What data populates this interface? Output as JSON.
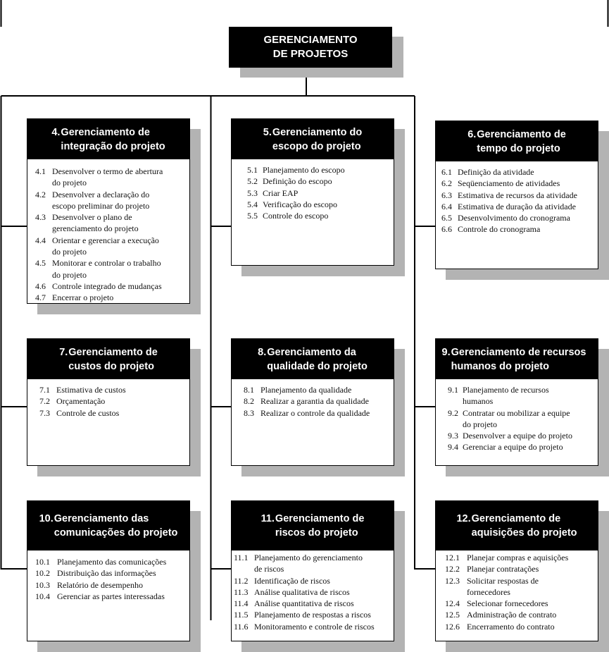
{
  "root": {
    "lines": [
      "GERENCIAMENTO",
      "DE PROJETOS"
    ]
  },
  "areas": [
    {
      "number": "4.",
      "title": [
        "Gerenciamento de",
        "integração do projeto"
      ],
      "items": [
        {
          "number": "4.1",
          "lines": [
            "Desenvolver o termo de abertura",
            "do projeto"
          ]
        },
        {
          "number": "4.2",
          "lines": [
            "Desenvolver a declaração do",
            "escopo preliminar do projeto"
          ]
        },
        {
          "number": "4.3",
          "lines": [
            "Desenvolver o plano de",
            "gerenciamento do projeto"
          ]
        },
        {
          "number": "4.4",
          "lines": [
            "Orientar e gerenciar a execução",
            "do projeto"
          ]
        },
        {
          "number": "4.5",
          "lines": [
            "Monitorar e controlar o trabalho",
            "do projeto"
          ]
        },
        {
          "number": "4.6",
          "lines": [
            "Controle integrado de mudanças"
          ]
        },
        {
          "number": "4.7",
          "lines": [
            "Encerrar o projeto"
          ]
        }
      ]
    },
    {
      "number": "5.",
      "title": [
        "Gerenciamento do",
        "escopo do projeto"
      ],
      "items": [
        {
          "number": "5.1",
          "lines": [
            "Planejamento do escopo"
          ]
        },
        {
          "number": "5.2",
          "lines": [
            "Definição do escopo"
          ]
        },
        {
          "number": "5.3",
          "lines": [
            "Criar EAP"
          ]
        },
        {
          "number": "5.4",
          "lines": [
            "Verificação do escopo"
          ]
        },
        {
          "number": "5.5",
          "lines": [
            "Controle do escopo"
          ]
        }
      ]
    },
    {
      "number": "6.",
      "title": [
        "Gerenciamento de",
        "tempo do projeto"
      ],
      "items": [
        {
          "number": "6.1",
          "lines": [
            "Definição da atividade"
          ]
        },
        {
          "number": "6.2",
          "lines": [
            "Seqüenciamento de atividades"
          ]
        },
        {
          "number": "6.3",
          "lines": [
            "Estimativa de recursos da atividade"
          ]
        },
        {
          "number": "6.4",
          "lines": [
            "Estimativa de duração da atividade"
          ]
        },
        {
          "number": "6.5",
          "lines": [
            "Desenvolvimento do cronograma"
          ]
        },
        {
          "number": "6.6",
          "lines": [
            "Controle do cronograma"
          ]
        }
      ]
    },
    {
      "number": "7.",
      "title": [
        "Gerenciamento de",
        "custos do projeto"
      ],
      "items": [
        {
          "number": "7.1",
          "lines": [
            "Estimativa de custos"
          ]
        },
        {
          "number": "7.2",
          "lines": [
            "Orçamentação"
          ]
        },
        {
          "number": "7.3",
          "lines": [
            "Controle de custos"
          ]
        }
      ]
    },
    {
      "number": "8.",
      "title": [
        "Gerenciamento da",
        "qualidade do projeto"
      ],
      "items": [
        {
          "number": "8.1",
          "lines": [
            "Planejamento da qualidade"
          ]
        },
        {
          "number": "8.2",
          "lines": [
            "Realizar a garantia da qualidade"
          ]
        },
        {
          "number": "8.3",
          "lines": [
            "Realizar o controle da qualidade"
          ]
        }
      ]
    },
    {
      "number": "9.",
      "title": [
        "Gerenciamento de recursos",
        "humanos do projeto"
      ],
      "items": [
        {
          "number": "9.1",
          "lines": [
            "Planejamento de recursos",
            "humanos"
          ]
        },
        {
          "number": "9.2",
          "lines": [
            "Contratar ou mobilizar a equipe",
            "do projeto"
          ]
        },
        {
          "number": "9.3",
          "lines": [
            "Desenvolver a equipe do projeto"
          ]
        },
        {
          "number": "9.4",
          "lines": [
            "Gerenciar a equipe do projeto"
          ]
        }
      ]
    },
    {
      "number": "10.",
      "title": [
        "Gerenciamento das",
        "comunicações do projeto"
      ],
      "items": [
        {
          "number": "10.1",
          "lines": [
            "Planejamento das comunicações"
          ]
        },
        {
          "number": "10.2",
          "lines": [
            "Distribuição das informações"
          ]
        },
        {
          "number": "10.3",
          "lines": [
            "Relatório de desempenho"
          ]
        },
        {
          "number": "10.4",
          "lines": [
            "Gerenciar as partes interessadas"
          ]
        }
      ]
    },
    {
      "number": "11.",
      "title": [
        "Gerenciamento de",
        "riscos do projeto"
      ],
      "items": [
        {
          "number": "11.1",
          "lines": [
            "Planejamento do gerenciamento",
            "de riscos"
          ]
        },
        {
          "number": "11.2",
          "lines": [
            "Identificação de riscos"
          ]
        },
        {
          "number": "11.3",
          "lines": [
            "Análise qualitativa de riscos"
          ]
        },
        {
          "number": "11.4",
          "lines": [
            "Análise quantitativa de riscos"
          ]
        },
        {
          "number": "11.5",
          "lines": [
            "Planejamento de respostas a riscos"
          ]
        },
        {
          "number": "11.6",
          "lines": [
            "Monitoramento e controle de riscos"
          ]
        }
      ]
    },
    {
      "number": "12.",
      "title": [
        "Gerenciamento de",
        "aquisições do projeto"
      ],
      "items": [
        {
          "number": "12.1",
          "lines": [
            "Planejar compras e aquisições"
          ]
        },
        {
          "number": "12.2",
          "lines": [
            "Planejar contratações"
          ]
        },
        {
          "number": "12.3",
          "lines": [
            "Solicitar respostas de",
            "fornecedores"
          ]
        },
        {
          "number": "12.4",
          "lines": [
            "Selecionar fornecedores"
          ]
        },
        {
          "number": "12.5",
          "lines": [
            "Administração de contrato"
          ]
        },
        {
          "number": "12.6",
          "lines": [
            "Encerramento do contrato"
          ]
        }
      ]
    }
  ]
}
